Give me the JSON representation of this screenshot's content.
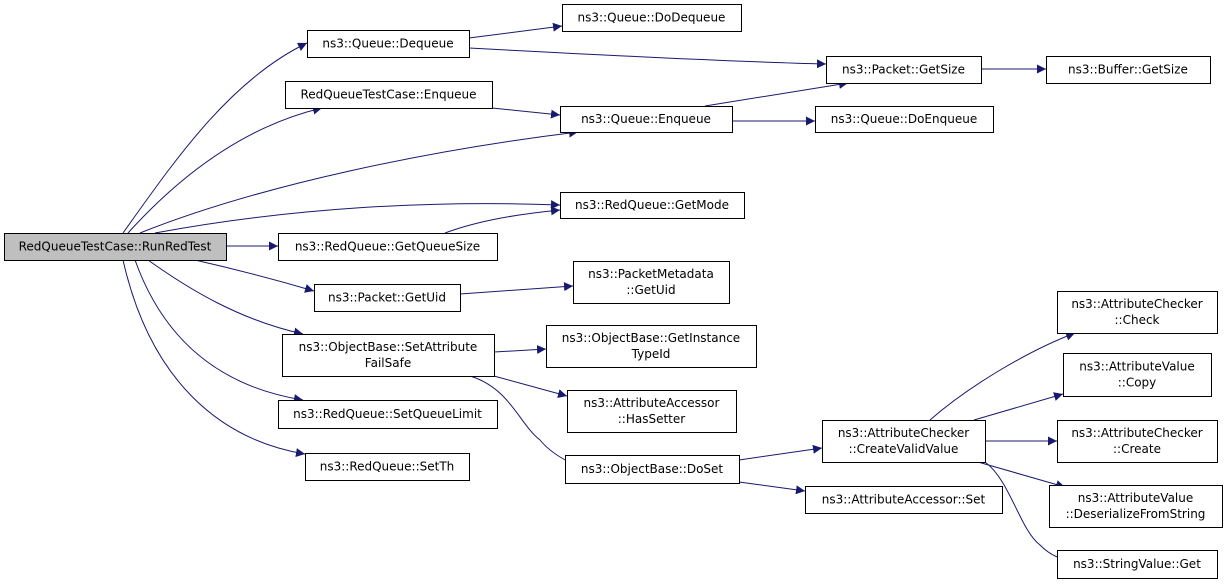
{
  "nodes": [
    {
      "id": "runredtest",
      "lines": [
        "RedQueueTestCase::RunRedTest"
      ],
      "root": true
    },
    {
      "id": "dequeue",
      "lines": [
        "ns3::Queue::Dequeue"
      ]
    },
    {
      "id": "rqtc_enqueue",
      "lines": [
        "RedQueueTestCase::Enqueue"
      ]
    },
    {
      "id": "queue_enqueue",
      "lines": [
        "ns3::Queue::Enqueue"
      ]
    },
    {
      "id": "getmode",
      "lines": [
        "ns3::RedQueue::GetMode"
      ]
    },
    {
      "id": "getqueuesize",
      "lines": [
        "ns3::RedQueue::GetQueueSize"
      ]
    },
    {
      "id": "getuid",
      "lines": [
        "ns3::Packet::GetUid"
      ]
    },
    {
      "id": "setattrfs",
      "lines": [
        "ns3::ObjectBase::SetAttribute",
        "FailSafe"
      ]
    },
    {
      "id": "setqueuelimit",
      "lines": [
        "ns3::RedQueue::SetQueueLimit"
      ]
    },
    {
      "id": "setth",
      "lines": [
        "ns3::RedQueue::SetTh"
      ]
    },
    {
      "id": "dodequeue",
      "lines": [
        "ns3::Queue::DoDequeue"
      ]
    },
    {
      "id": "getsize",
      "lines": [
        "ns3::Packet::GetSize"
      ]
    },
    {
      "id": "buf_getsize",
      "lines": [
        "ns3::Buffer::GetSize"
      ]
    },
    {
      "id": "doenqueue",
      "lines": [
        "ns3::Queue::DoEnqueue"
      ]
    },
    {
      "id": "pm_getuid",
      "lines": [
        "ns3::PacketMetadata",
        "::GetUid"
      ]
    },
    {
      "id": "getinstancetypeid",
      "lines": [
        "ns3::ObjectBase::GetInstance",
        "TypeId"
      ]
    },
    {
      "id": "hassetter",
      "lines": [
        "ns3::AttributeAccessor",
        "::HasSetter"
      ]
    },
    {
      "id": "doset",
      "lines": [
        "ns3::ObjectBase::DoSet"
      ]
    },
    {
      "id": "createvalidvalue",
      "lines": [
        "ns3::AttributeChecker",
        "::CreateValidValue"
      ]
    },
    {
      "id": "accessor_set",
      "lines": [
        "ns3::AttributeAccessor::Set"
      ]
    },
    {
      "id": "checker_check",
      "lines": [
        "ns3::AttributeChecker",
        "::Check"
      ]
    },
    {
      "id": "value_copy",
      "lines": [
        "ns3::AttributeValue",
        "::Copy"
      ]
    },
    {
      "id": "checker_create",
      "lines": [
        "ns3::AttributeChecker",
        "::Create"
      ]
    },
    {
      "id": "value_deserialize",
      "lines": [
        "ns3::AttributeValue",
        "::DeserializeFromString"
      ]
    },
    {
      "id": "stringvalue_get",
      "lines": [
        "ns3::StringValue::Get"
      ]
    }
  ],
  "edges": [
    [
      "runredtest",
      "dequeue"
    ],
    [
      "runredtest",
      "rqtc_enqueue"
    ],
    [
      "runredtest",
      "queue_enqueue"
    ],
    [
      "runredtest",
      "getmode"
    ],
    [
      "runredtest",
      "getqueuesize"
    ],
    [
      "runredtest",
      "getuid"
    ],
    [
      "runredtest",
      "setattrfs"
    ],
    [
      "runredtest",
      "setqueuelimit"
    ],
    [
      "runredtest",
      "setth"
    ],
    [
      "dequeue",
      "dodequeue"
    ],
    [
      "dequeue",
      "getsize"
    ],
    [
      "rqtc_enqueue",
      "queue_enqueue"
    ],
    [
      "queue_enqueue",
      "getsize"
    ],
    [
      "queue_enqueue",
      "doenqueue"
    ],
    [
      "getsize",
      "buf_getsize"
    ],
    [
      "getqueuesize",
      "getmode"
    ],
    [
      "getuid",
      "pm_getuid"
    ],
    [
      "setattrfs",
      "getinstancetypeid"
    ],
    [
      "setattrfs",
      "hassetter"
    ],
    [
      "setattrfs",
      "doset"
    ],
    [
      "doset",
      "createvalidvalue"
    ],
    [
      "doset",
      "accessor_set"
    ],
    [
      "createvalidvalue",
      "checker_check"
    ],
    [
      "createvalidvalue",
      "value_copy"
    ],
    [
      "createvalidvalue",
      "checker_create"
    ],
    [
      "createvalidvalue",
      "value_deserialize"
    ],
    [
      "createvalidvalue",
      "stringvalue_get"
    ]
  ],
  "colors": {
    "edge": "#191970",
    "root_fill": "#bfbfbf",
    "node_fill": "#ffffff",
    "border": "#000000"
  }
}
